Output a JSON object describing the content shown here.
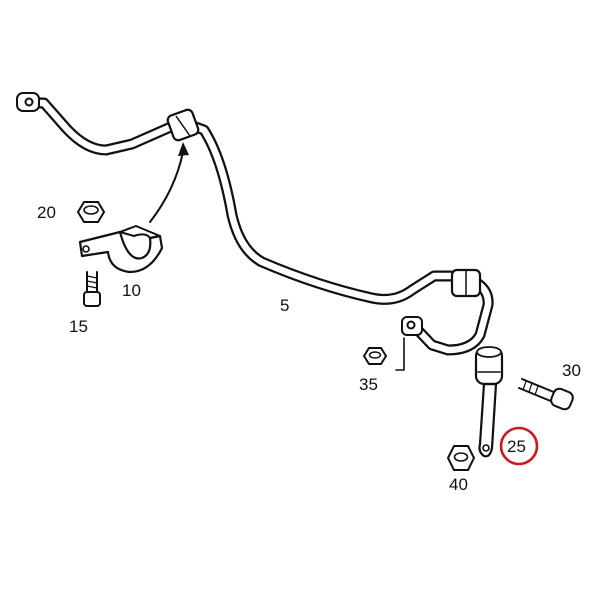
{
  "diagram": {
    "callouts": {
      "bar": "5",
      "bushing": "10",
      "bolt_small": "15",
      "nut_top": "20",
      "link": "25",
      "bolt_link": "30",
      "nut_mount": "35",
      "nut_link": "40"
    },
    "highlight": {
      "callout": "25",
      "ring_color": "#d0171c"
    },
    "ink_color": "#111111"
  }
}
